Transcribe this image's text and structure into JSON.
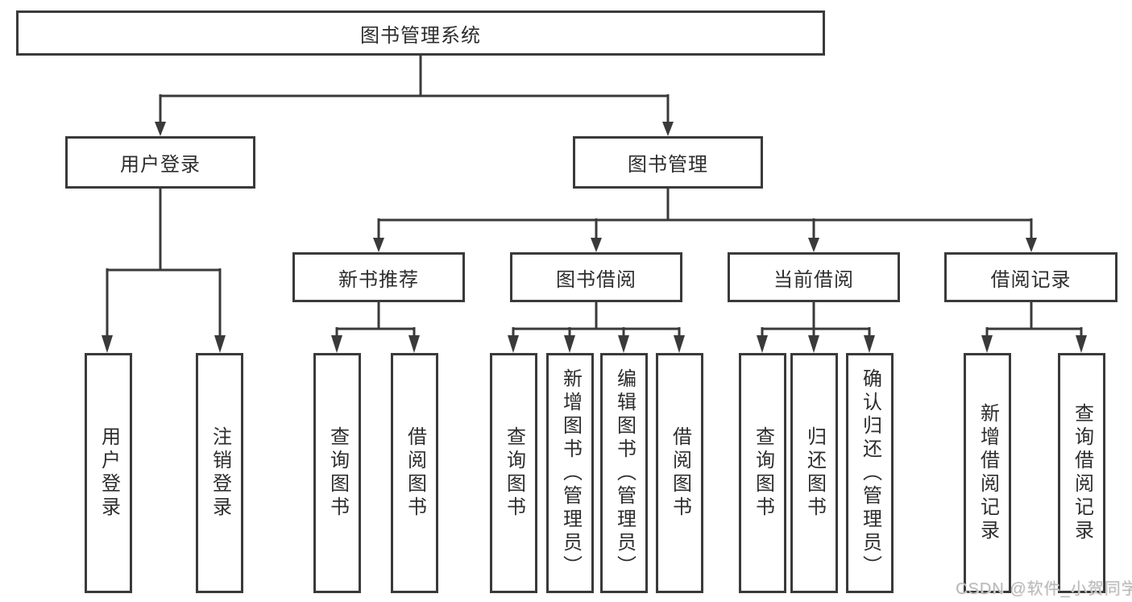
{
  "diagram": {
    "root": {
      "label": "图书管理系统",
      "children": [
        {
          "label": "用户登录",
          "children": [
            {
              "label": "用户登录"
            },
            {
              "label": "注销登录"
            }
          ]
        },
        {
          "label": "图书管理",
          "children": [
            {
              "label": "新书推荐",
              "children": [
                {
                  "label": "查询图书"
                },
                {
                  "label": "借阅图书"
                }
              ]
            },
            {
              "label": "图书借阅",
              "children": [
                {
                  "label": "查询图书"
                },
                {
                  "label": "新增图书（管理员）"
                },
                {
                  "label": "编辑图书（管理员）"
                },
                {
                  "label": "借阅图书"
                }
              ]
            },
            {
              "label": "当前借阅",
              "children": [
                {
                  "label": "查询图书"
                },
                {
                  "label": "归还图书"
                },
                {
                  "label": "确认归还（管理员）"
                }
              ]
            },
            {
              "label": "借阅记录",
              "children": [
                {
                  "label": "新增借阅记录"
                },
                {
                  "label": "查询借阅记录"
                }
              ]
            }
          ]
        }
      ]
    },
    "watermark": "CSDN @软件_小贺同学",
    "colors": {
      "line": "#3a3a3a",
      "text": "#2d2d2d",
      "watermark": "#b9b9b9",
      "background": "#ffffff"
    }
  }
}
